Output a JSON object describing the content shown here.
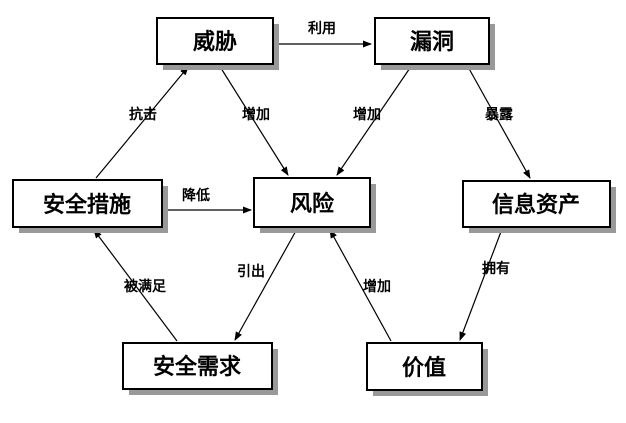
{
  "diagram": {
    "type": "relationship-graph",
    "colors": {
      "background": "#ffffff",
      "box_fill": "#ffffff",
      "box_border": "#000000",
      "box_shadow": "#999999",
      "line": "#000000",
      "text": "#000000"
    },
    "nodes": {
      "threat": "威胁",
      "vulnerability": "漏洞",
      "security_measures": "安全措施",
      "risk": "风险",
      "information_assets": "信息资产",
      "security_requirements": "安全需求",
      "value": "价值"
    },
    "edges": {
      "exploit": "利用",
      "resist": "抗击",
      "threat_increases_risk": "增加",
      "vulnerability_increases_risk": "增加",
      "expose": "暴露",
      "reduce": "降低",
      "derive": "引出",
      "satisfied": "被满足",
      "value_increases_risk": "增加",
      "possess": "拥有"
    },
    "relations": [
      {
        "from": "威胁",
        "to": "漏洞",
        "label": "利用"
      },
      {
        "from": "安全措施",
        "to": "威胁",
        "label": "抗击"
      },
      {
        "from": "威胁",
        "to": "风险",
        "label": "增加"
      },
      {
        "from": "漏洞",
        "to": "风险",
        "label": "增加"
      },
      {
        "from": "漏洞",
        "to": "信息资产",
        "label": "暴露"
      },
      {
        "from": "安全措施",
        "to": "风险",
        "label": "降低"
      },
      {
        "from": "风险",
        "to": "安全需求",
        "label": "引出"
      },
      {
        "from": "安全需求",
        "to": "安全措施",
        "label": "被满足"
      },
      {
        "from": "价值",
        "to": "风险",
        "label": "增加"
      },
      {
        "from": "信息资产",
        "to": "价值",
        "label": "拥有"
      }
    ]
  }
}
